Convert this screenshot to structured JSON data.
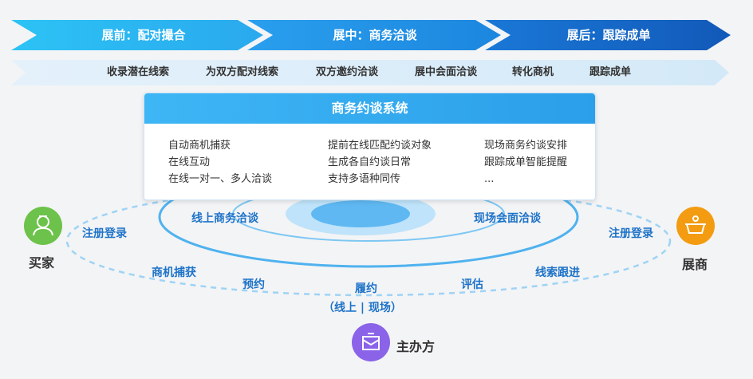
{
  "phases": [
    {
      "label": "展前：配对撮合",
      "color": "#2ab4f0"
    },
    {
      "label": "展中：商务洽谈",
      "color": "#1f8fe3"
    },
    {
      "label": "展后：跟踪成单",
      "color": "#1567c7"
    }
  ],
  "steps": [
    "收录潜在线索",
    "为双方配对线索",
    "双方邀约洽谈",
    "展中会面洽谈",
    "转化商机",
    "跟踪成单"
  ],
  "system": {
    "title": "商务约谈系统",
    "features": [
      [
        "自动商机捕获",
        "在线互动",
        "在线一对一、多人洽谈"
      ],
      [
        "提前在线匹配约谈对象",
        "生成各自约谈日常",
        "支持多语种同传"
      ],
      [
        "现场商务约谈安排",
        "跟踪成单智能提醒",
        "..."
      ]
    ]
  },
  "inner_ring": {
    "left": "线上商务洽谈",
    "right": "现场会面洽谈"
  },
  "outer_ring": {
    "register_left": "注册登录",
    "register_right": "注册登录",
    "capture": "商机捕获",
    "appointment": "预约",
    "fulfill": "履约",
    "fulfill_sub": "（线上 | 现场）",
    "evaluate": "评估",
    "follow": "线索跟进"
  },
  "nodes": {
    "buyer": "买家",
    "exhibitor": "展商",
    "organizer": "主办方"
  },
  "colors": {
    "buyer": "#6cc24a",
    "exhibitor": "#f39c12",
    "organizer": "#8a63e8",
    "ring": "#9fd3f5",
    "label_blue": "#1e73c8"
  }
}
